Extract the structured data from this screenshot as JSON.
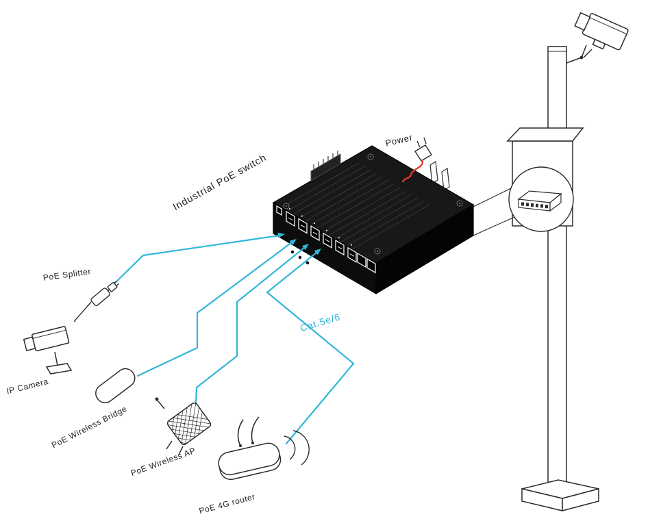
{
  "labels": {
    "switch": "Industrial PoE switch",
    "power": "Power",
    "cable": "Cat.5e/6",
    "splitter": "PoE Splitter",
    "ip_camera": "IP Camera",
    "bridge": "PoE Wireless Bridge",
    "ap": "PoE Wireless AP",
    "router": "PoE 4G router"
  },
  "colors": {
    "cable": "#2fb6d8",
    "power_wire": "#e03a2e",
    "ink": "#2b2b2b"
  },
  "icons": {
    "switch": "poe-switch-3d",
    "power_plug": "power-plug-icon",
    "splitter": "poe-splitter-icon",
    "ip_camera": "cctv-camera-icon",
    "bridge": "wireless-bridge-icon",
    "ap": "wireless-ap-icon",
    "router": "router-4g-icon",
    "pole": "mounting-pole",
    "pole_camera": "pole-camera-icon",
    "enclosure": "pole-enclosure-box",
    "zoom_circle": "zoom-detail-circle"
  }
}
